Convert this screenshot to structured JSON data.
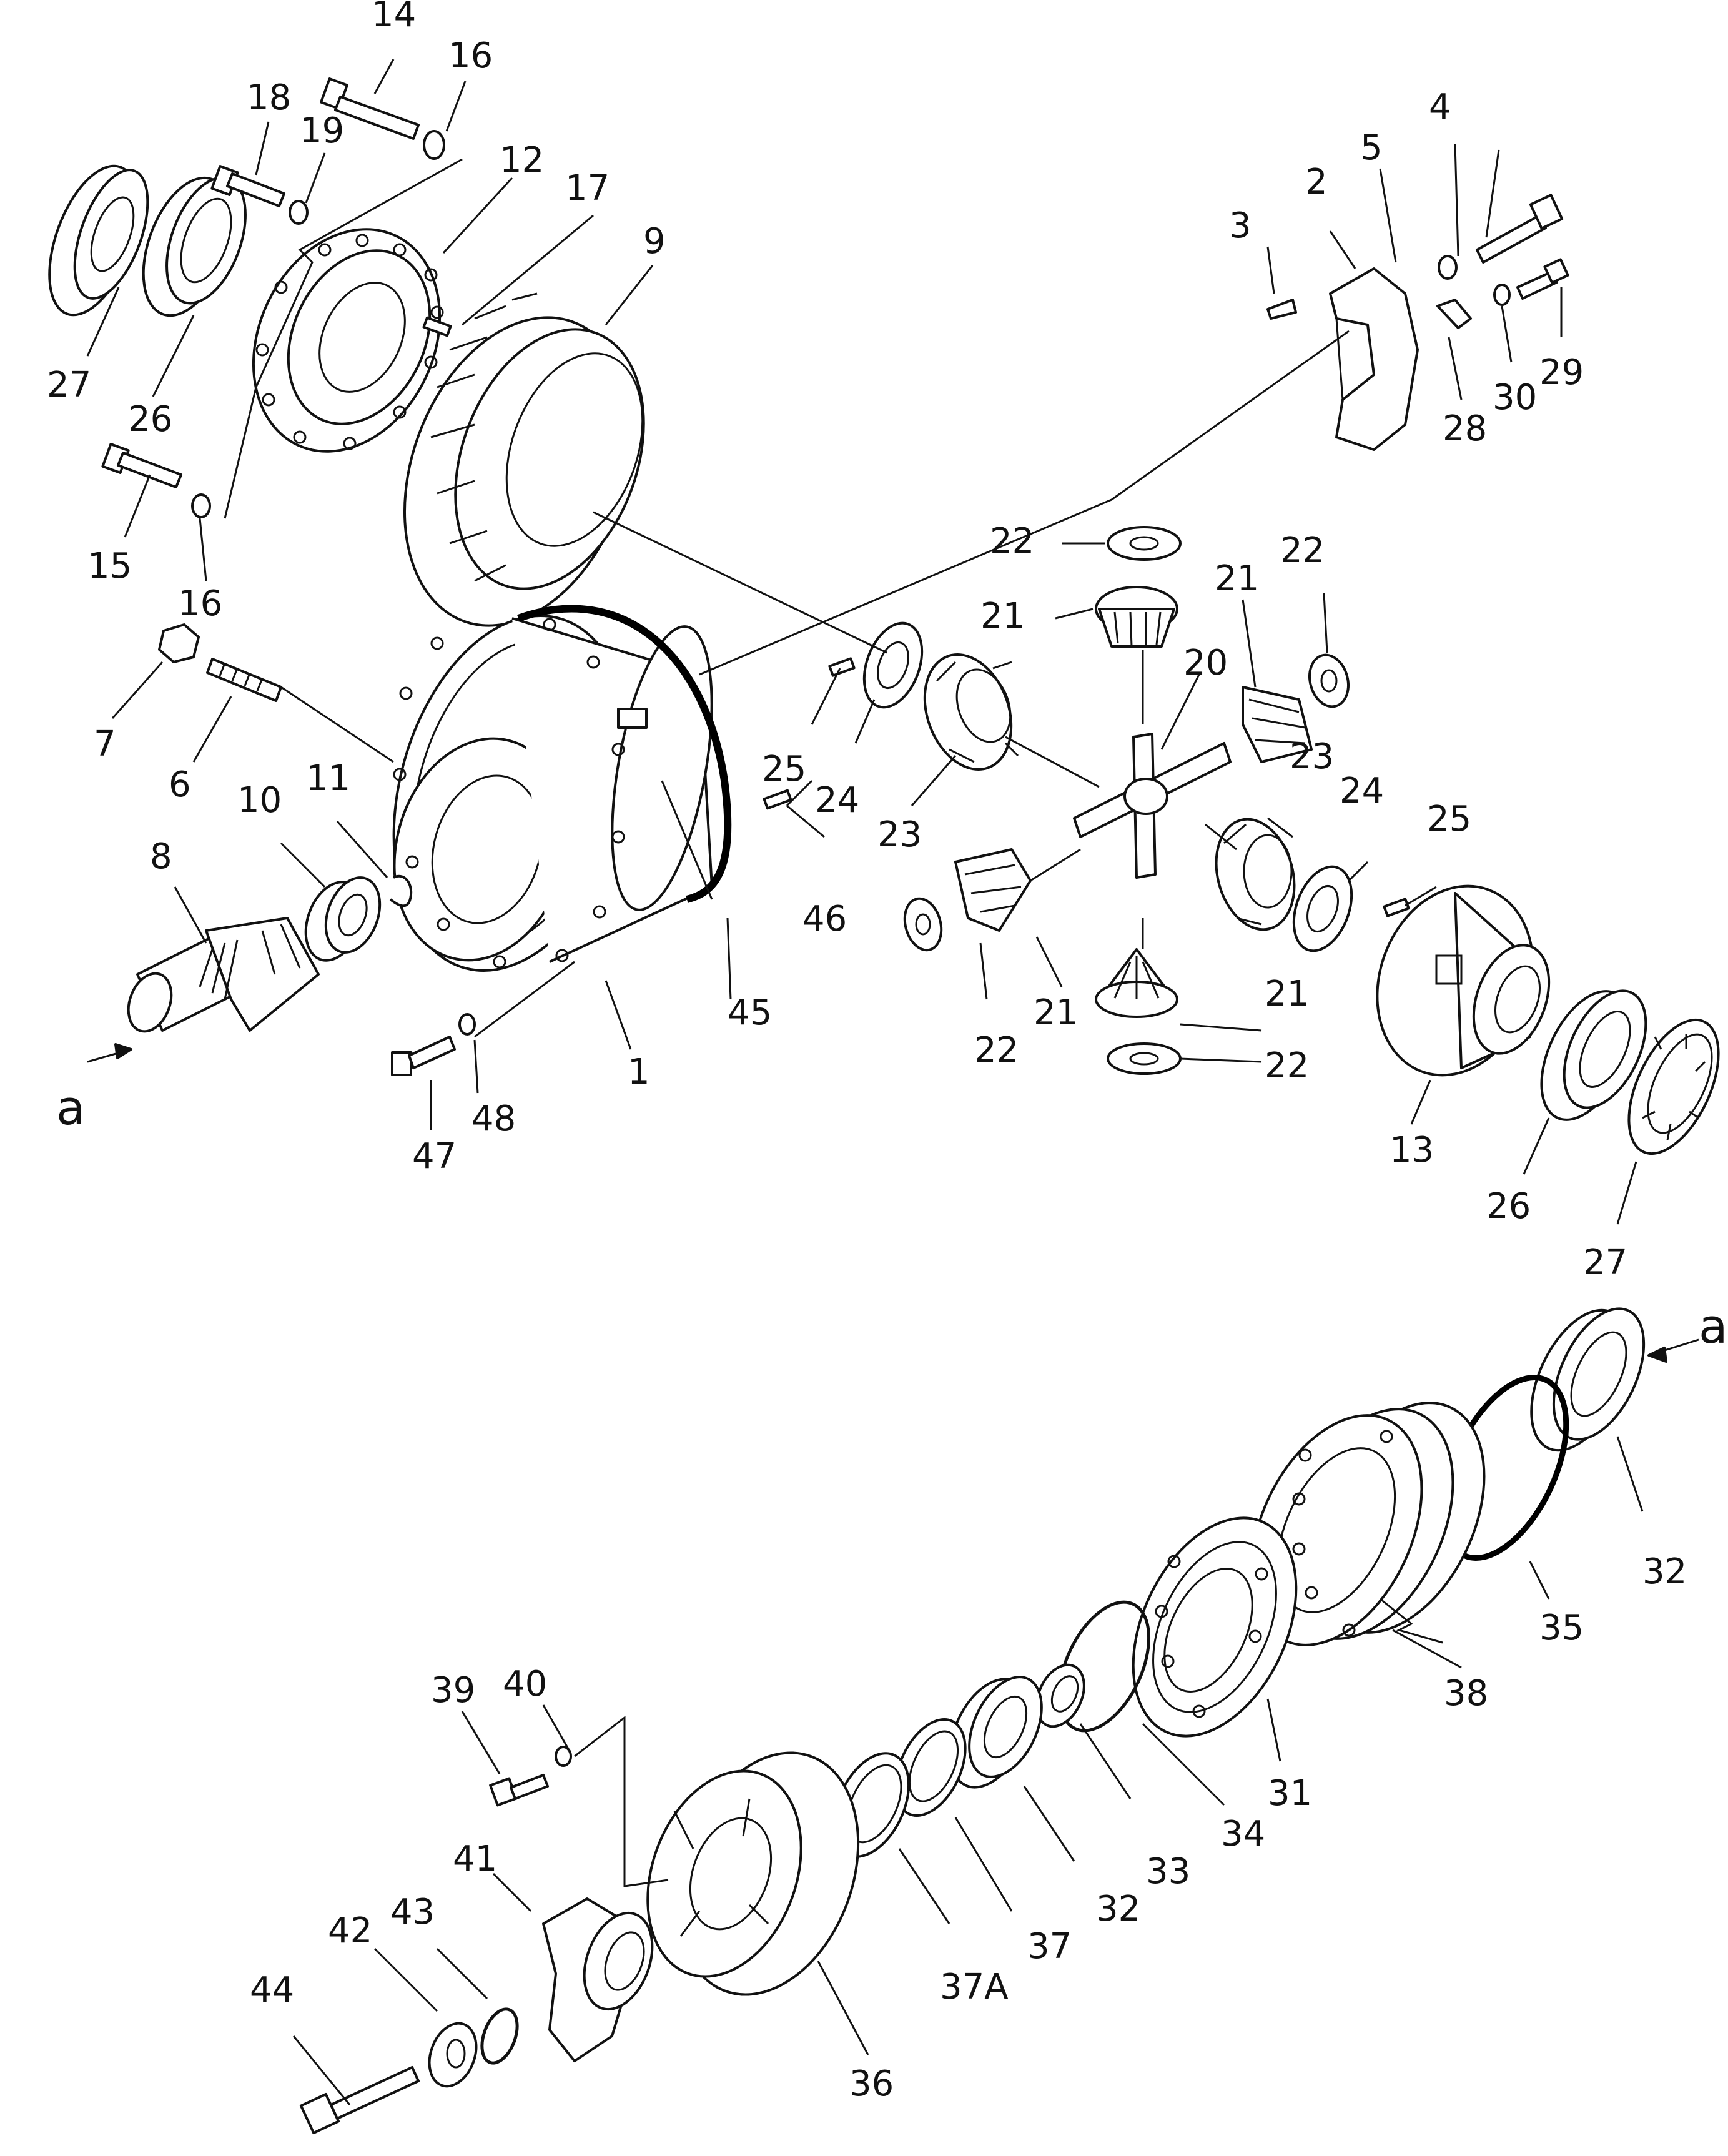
{
  "diagram": {
    "callouts": {
      "c1": "1",
      "c2": "2",
      "c3": "3",
      "c4": "4",
      "c5": "5",
      "c6": "6",
      "c7": "7",
      "c8": "8",
      "c9": "9",
      "c10": "10",
      "c11": "11",
      "c12": "12",
      "c13": "13",
      "c14": "14",
      "c15": "15",
      "c16": "16",
      "c17": "17",
      "c18": "18",
      "c19": "19",
      "c20": "20",
      "c21": "21",
      "c22": "22",
      "c23": "23",
      "c24": "24",
      "c25": "25",
      "c26": "26",
      "c27": "27",
      "c28": "28",
      "c29": "29",
      "c30": "30",
      "c31": "31",
      "c32": "32",
      "c33": "33",
      "c34": "34",
      "c35": "35",
      "c36": "36",
      "c37": "37",
      "c37A": "37A",
      "c38": "38",
      "c39": "39",
      "c40": "40",
      "c41": "41",
      "c42": "42",
      "c43": "43",
      "c44": "44",
      "c45": "45",
      "c46": "46",
      "c47": "47",
      "c48": "48"
    },
    "view_marker": "a"
  }
}
